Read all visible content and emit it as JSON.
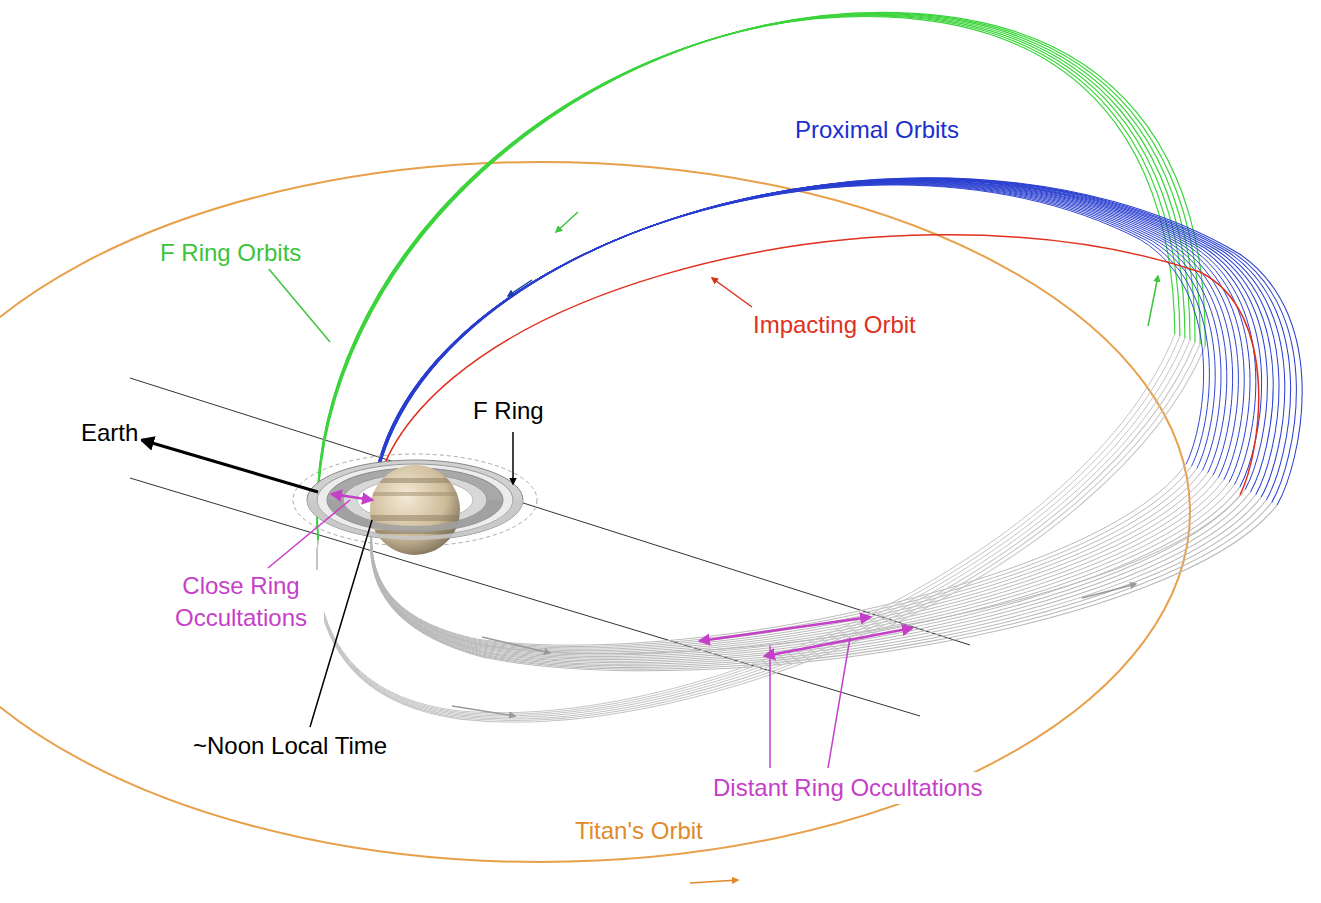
{
  "diagram": {
    "labels": [
      "Proximal Orbits",
      "F Ring Orbits",
      "Impacting Orbit",
      "Earth",
      "F Ring",
      "Close Ring Occultations",
      "~Noon Local Time",
      "Distant Ring Occultations",
      "Titan's Orbit"
    ]
  }
}
